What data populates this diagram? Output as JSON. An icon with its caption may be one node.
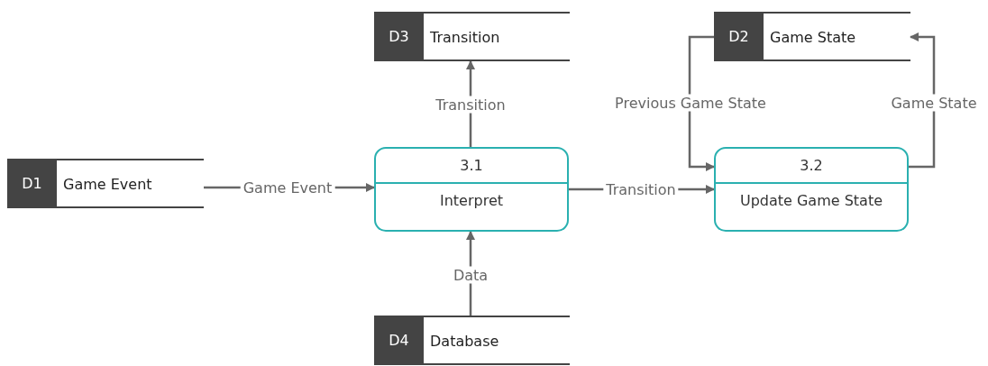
{
  "diagram": {
    "nodes": [
      {
        "text": [
          "D3",
          "Transition"
        ]
      },
      {
        "text": [
          "D2",
          "Game State"
        ]
      },
      {
        "text": [
          "D1",
          "Game Event"
        ]
      },
      {
        "text": [
          "3.1",
          "Interpret"
        ]
      },
      {
        "text": [
          "3.2",
          "Update Game State"
        ]
      },
      {
        "text": [
          "D4",
          "Database"
        ]
      }
    ],
    "edges": [
      {
        "from": 2,
        "to": 3,
        "arrow": "to",
        "label": "Game Event"
      },
      {
        "from": 3,
        "to": 0,
        "arrow": "to",
        "label": "Transition"
      },
      {
        "from": 3,
        "to": 4,
        "arrow": "to",
        "label": "Transition"
      },
      {
        "from": 5,
        "to": 3,
        "arrow": "to",
        "label": "Data"
      },
      {
        "from": 1,
        "to": 4,
        "arrow": "to",
        "label": "Previous Game State"
      },
      {
        "from": 4,
        "to": 1,
        "arrow": "to",
        "label": "Game State"
      }
    ]
  }
}
